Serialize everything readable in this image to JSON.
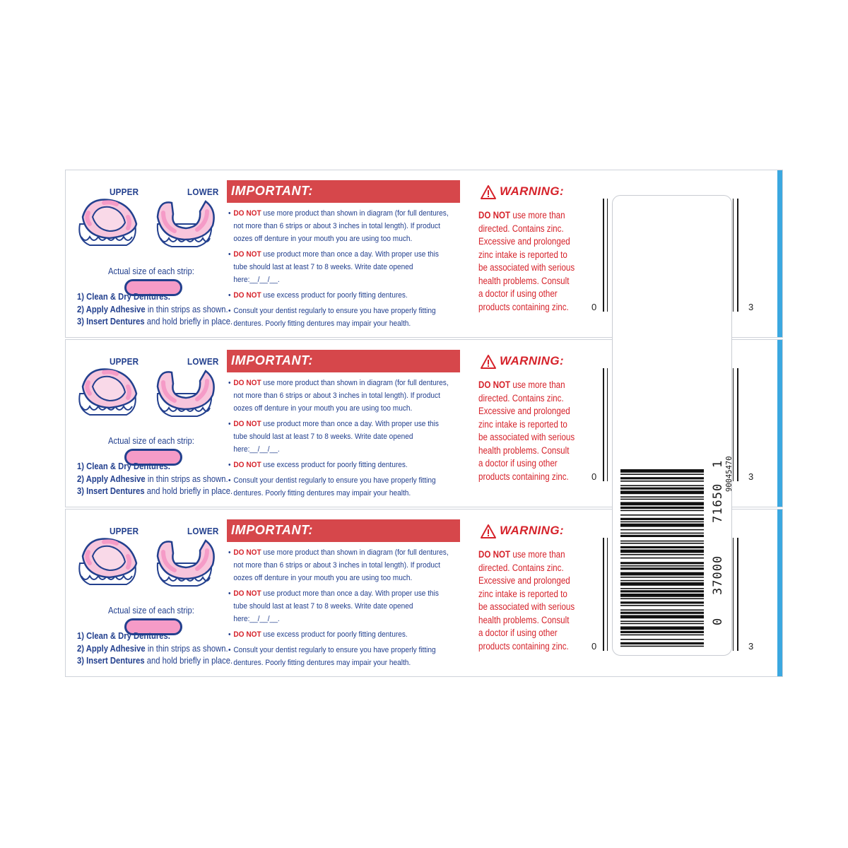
{
  "panels": [
    {
      "diagram": {
        "upper_label": "UPPER",
        "lower_label": "LOWER",
        "strip_caption": "Actual size of each strip:"
      },
      "steps": [
        {
          "bold": "1) Clean & Dry Dentures.",
          "rest": ""
        },
        {
          "bold": "2) Apply Adhesive",
          "rest": " in thin strips as shown."
        },
        {
          "bold": "3) Insert Dentures",
          "rest": " and hold briefly in place."
        }
      ],
      "important": {
        "title": "IMPORTANT:",
        "items": [
          {
            "lead": "DO NOT",
            "text": " use more product than shown in diagram (for full dentures, not more than 6 strips or about 3 inches in total length). If product oozes off denture in your mouth you are using too much."
          },
          {
            "lead": "DO NOT",
            "text": " use product more than once a day. With proper use this tube should last at least 7 to 8 weeks. Write date opened here:__/__/__."
          },
          {
            "lead": "DO NOT",
            "text": " use excess product for poorly fitting dentures."
          },
          {
            "lead": "",
            "text": "Consult your dentist regularly to ensure you have properly fitting dentures. Poorly fitting dentures may impair your health."
          }
        ]
      },
      "warning": {
        "title": "WARNING:",
        "lead": "DO NOT",
        "text": " use more than directed. Contains zinc. Excessive and prolonged zinc intake is reported to be associated with serious health problems. Consult a doctor if using other products containing zinc."
      },
      "num_left": "0",
      "num_right": "3"
    },
    {
      "diagram": {
        "upper_label": "UPPER",
        "lower_label": "LOWER",
        "strip_caption": "Actual size of each strip:"
      },
      "steps": [
        {
          "bold": "1) Clean & Dry Dentures.",
          "rest": ""
        },
        {
          "bold": "2) Apply Adhesive",
          "rest": " in thin strips as shown."
        },
        {
          "bold": "3) Insert Dentures",
          "rest": " and hold briefly in place."
        }
      ],
      "important": {
        "title": "IMPORTANT:",
        "items": [
          {
            "lead": "DO NOT",
            "text": " use more product than shown in diagram (for full dentures, not more than 6 strips or about 3 inches in total length). If product oozes off denture in your mouth you are using too much."
          },
          {
            "lead": "DO NOT",
            "text": " use product more than once a day. With proper use this tube should last at least 7 to 8 weeks. Write date opened here:__/__/__."
          },
          {
            "lead": "DO NOT",
            "text": " use excess product for poorly fitting dentures."
          },
          {
            "lead": "",
            "text": "Consult your dentist regularly to ensure you have properly fitting dentures. Poorly fitting dentures may impair your health."
          }
        ]
      },
      "warning": {
        "title": "WARNING:",
        "lead": "DO NOT",
        "text": " use more than directed. Contains zinc. Excessive and prolonged zinc intake is reported to be associated with serious health problems. Consult a doctor if using other products containing zinc."
      },
      "num_left": "0",
      "num_right": "3"
    },
    {
      "diagram": {
        "upper_label": "UPPER",
        "lower_label": "LOWER",
        "strip_caption": "Actual size of each strip:"
      },
      "steps": [
        {
          "bold": "1) Clean & Dry Dentures.",
          "rest": ""
        },
        {
          "bold": "2) Apply Adhesive",
          "rest": " in thin strips as shown."
        },
        {
          "bold": "3) Insert Dentures",
          "rest": " and hold briefly in place."
        }
      ],
      "important": {
        "title": "IMPORTANT:",
        "items": [
          {
            "lead": "DO NOT",
            "text": " use more product than shown in diagram (for full dentures, not more than 6 strips or about 3 inches in total length). If product oozes off denture in your mouth you are using too much."
          },
          {
            "lead": "DO NOT",
            "text": " use product more than once a day. With proper use this tube should last at least 7 to 8 weeks. Write date opened here:__/__/__."
          },
          {
            "lead": "DO NOT",
            "text": " use excess product for poorly fitting dentures."
          },
          {
            "lead": "",
            "text": "Consult your dentist regularly to ensure you have properly fitting dentures. Poorly fitting dentures may impair your health."
          }
        ]
      },
      "warning": {
        "title": "WARNING:",
        "lead": "DO NOT",
        "text": " use more than directed. Contains zinc. Excessive and prolonged zinc intake is reported to be associated with serious health problems. Consult a doctor if using other products containing zinc."
      },
      "num_left": "0",
      "num_right": "3"
    }
  ],
  "barcode": {
    "digits_main": "0  37000  71650  1",
    "digits_lead": "0",
    "digits_a": "37000",
    "digits_b": "71650",
    "digits_check": "1",
    "item_code": "90045470"
  },
  "colors": {
    "brand_blue": "#23408e",
    "important_red": "#d6474b",
    "warning_red": "#d6232b",
    "strip_pink": "#f59bc7",
    "edge_blue": "#3ba8e0"
  }
}
